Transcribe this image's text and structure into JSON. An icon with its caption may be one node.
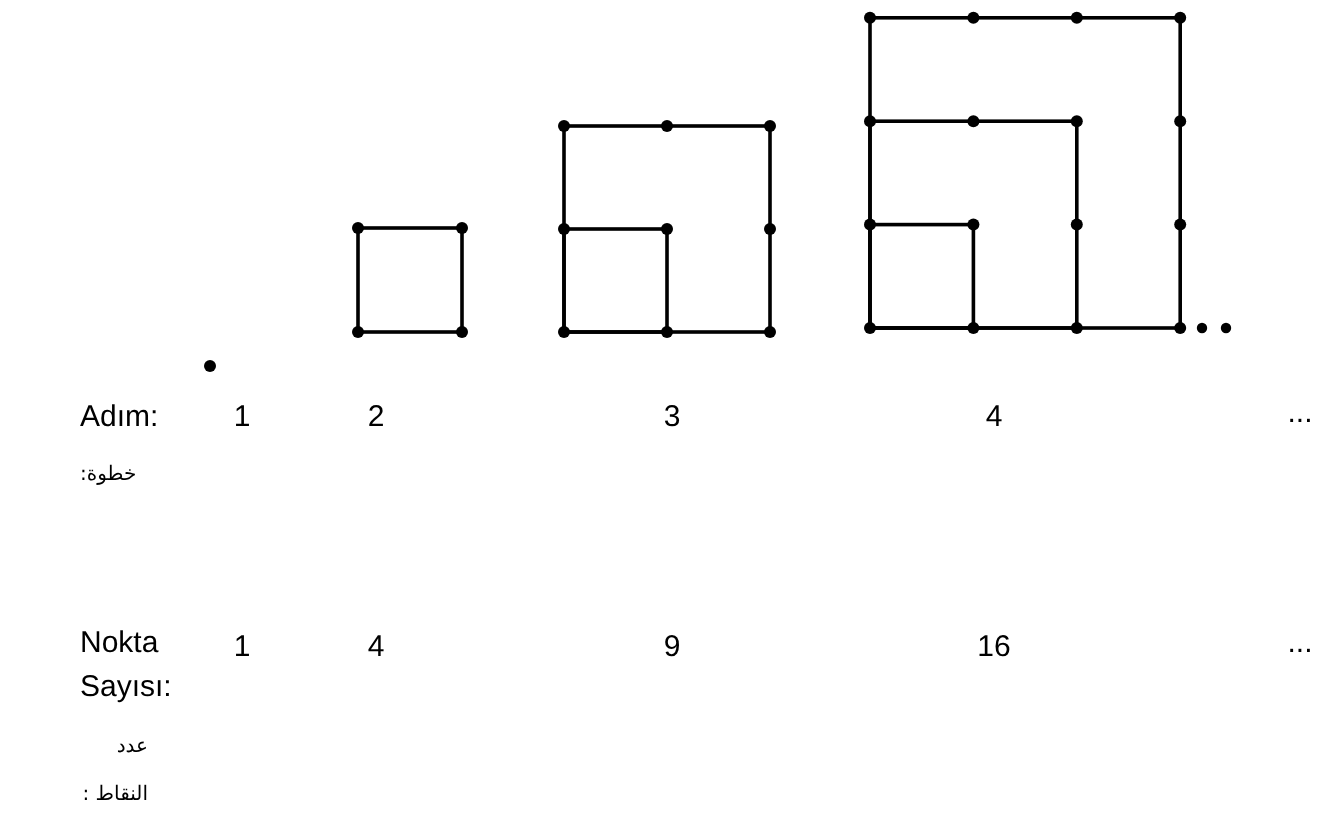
{
  "diagram": {
    "labels": [
      "Adım:",
      "1",
      "2",
      "3",
      "4",
      "...",
      "خطوة:",
      "Nokta Sayısı:",
      "1",
      "4",
      "9",
      "16",
      "...",
      "عدد النقاط :"
    ]
  }
}
